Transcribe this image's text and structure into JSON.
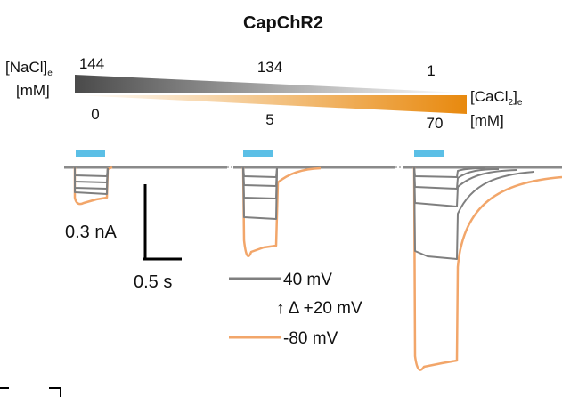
{
  "title": "CapChR2",
  "nacl": {
    "label_main": "[NaCl]",
    "label_sub": "e",
    "unit": "[mM]",
    "values": [
      "144",
      "134",
      "1"
    ]
  },
  "cacl": {
    "label_main": "[CaCl",
    "label_sub2": "2",
    "label_close": "]",
    "label_sub": "e",
    "unit": "[mM]",
    "values": [
      "0",
      "5",
      "70"
    ]
  },
  "scale": {
    "current": "0.3 nA",
    "time": "0.5 s"
  },
  "legend": {
    "top": "40 mV",
    "step": "↑  Δ +20 mV",
    "bottom": "-80 mV"
  },
  "colors": {
    "light_bar": "#5bbfe6",
    "trace_gray": "#7f7f7f",
    "trace_orange": "#f2a66a",
    "gradient_dark": "#4a4a4a",
    "gradient_orange": "#e8890e"
  }
}
